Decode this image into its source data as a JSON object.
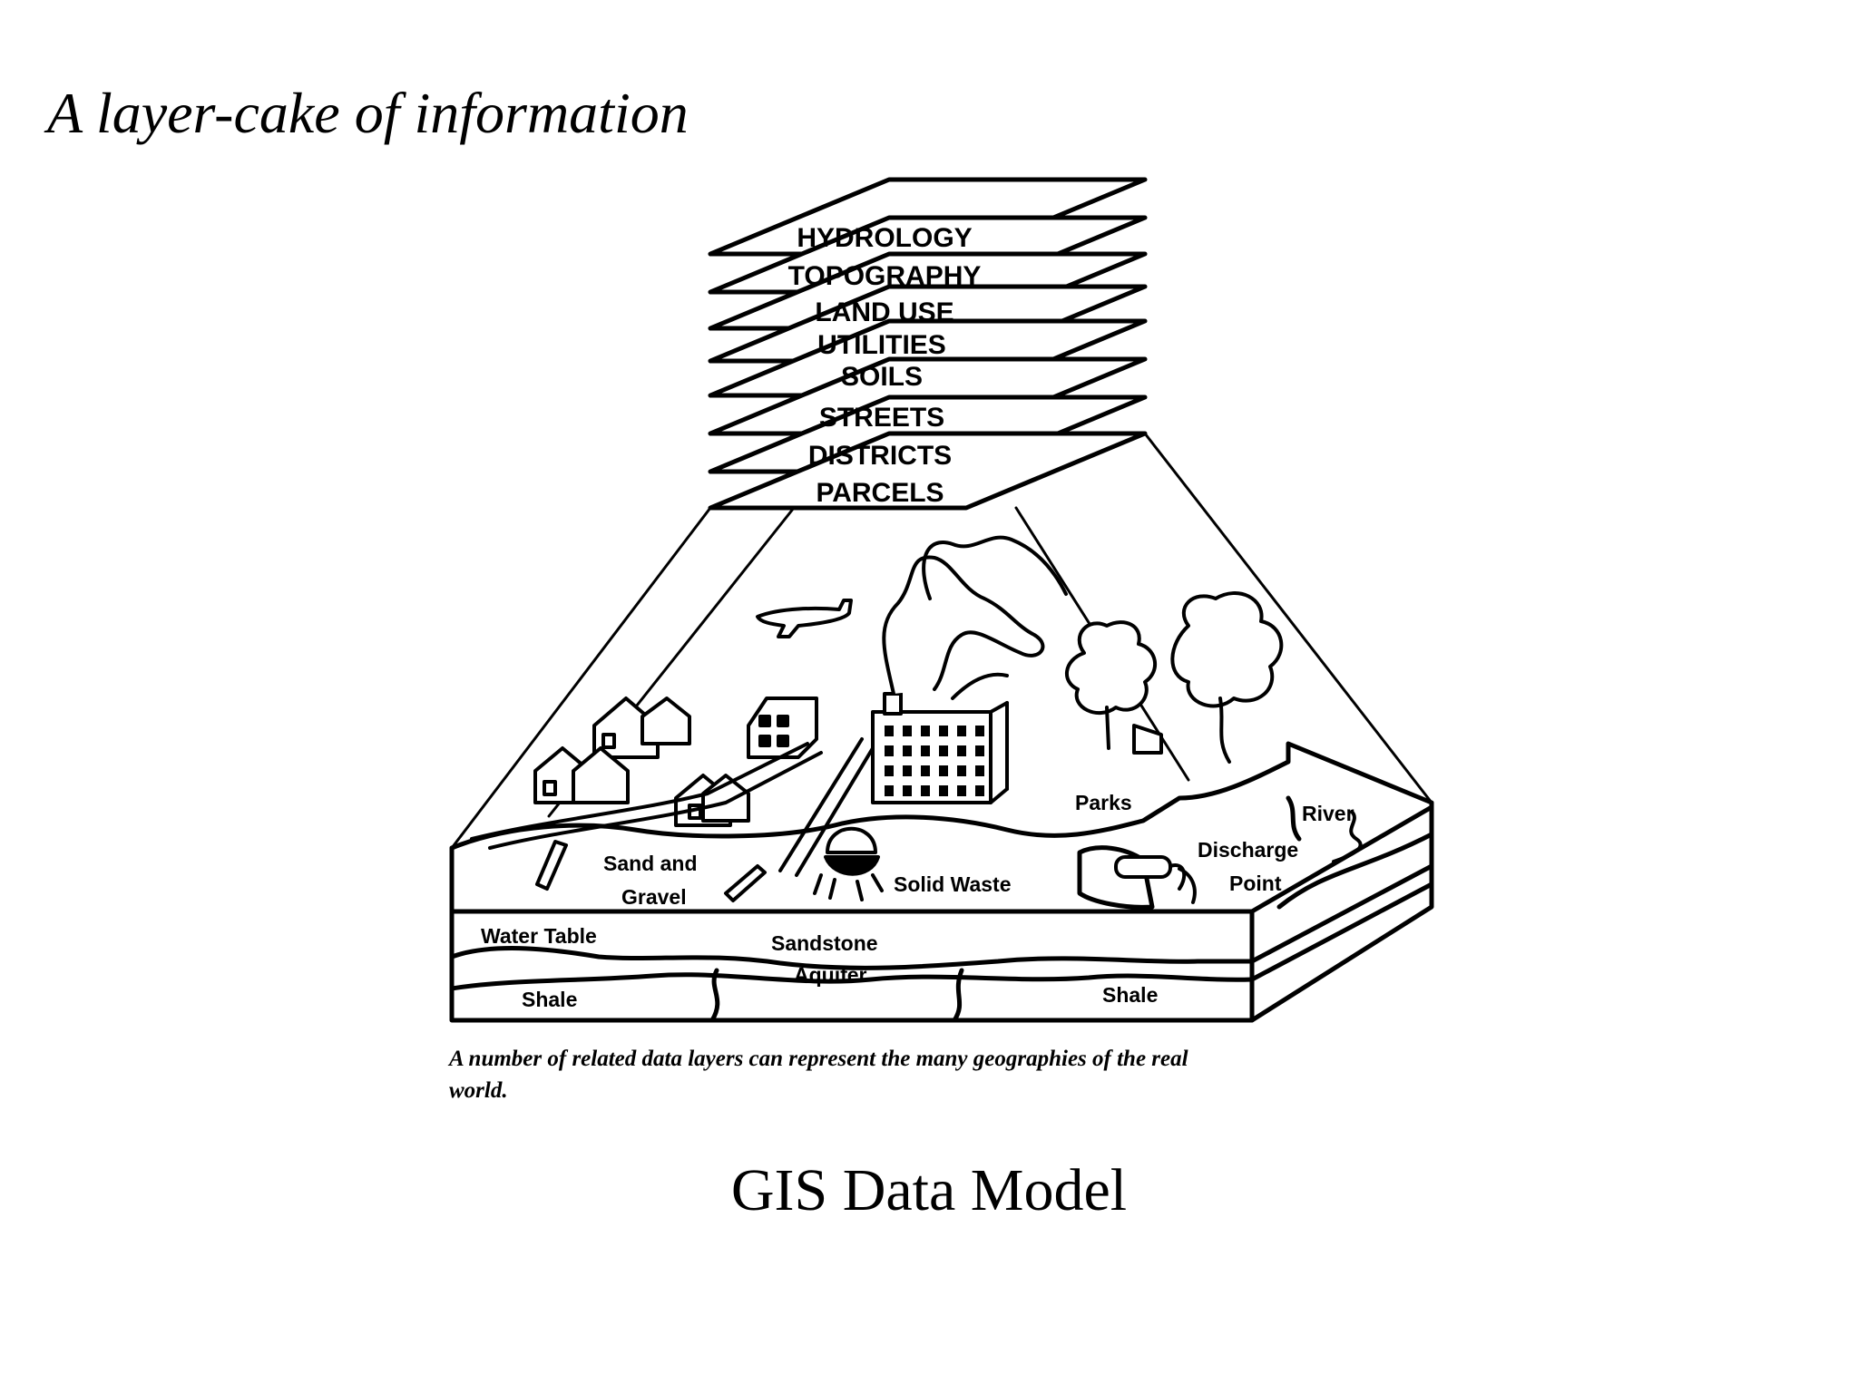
{
  "heading": "A layer-cake of information",
  "footer_title": "GIS Data Model",
  "layers": [
    "HYDROLOGY",
    "TOPOGRAPHY",
    "LAND USE",
    "UTILITIES",
    "SOILS",
    "STREETS",
    "DISTRICTS",
    "PARCELS"
  ],
  "scene_labels": {
    "sand_and_gravel_1": "Sand and",
    "sand_and_gravel_2": "Gravel",
    "solid_waste": "Solid Waste",
    "parks": "Parks",
    "river": "River",
    "discharge_point_1": "Discharge",
    "discharge_point_2": "Point",
    "water_table": "Water Table",
    "sandstone_aquifer_1": "Sandstone",
    "sandstone_aquifer_2": "Aquifer",
    "shale_left": "Shale",
    "shale_right": "Shale"
  },
  "caption_line1": "A number of related data layers can represent the many geographies of the real",
  "caption_line2": "world."
}
